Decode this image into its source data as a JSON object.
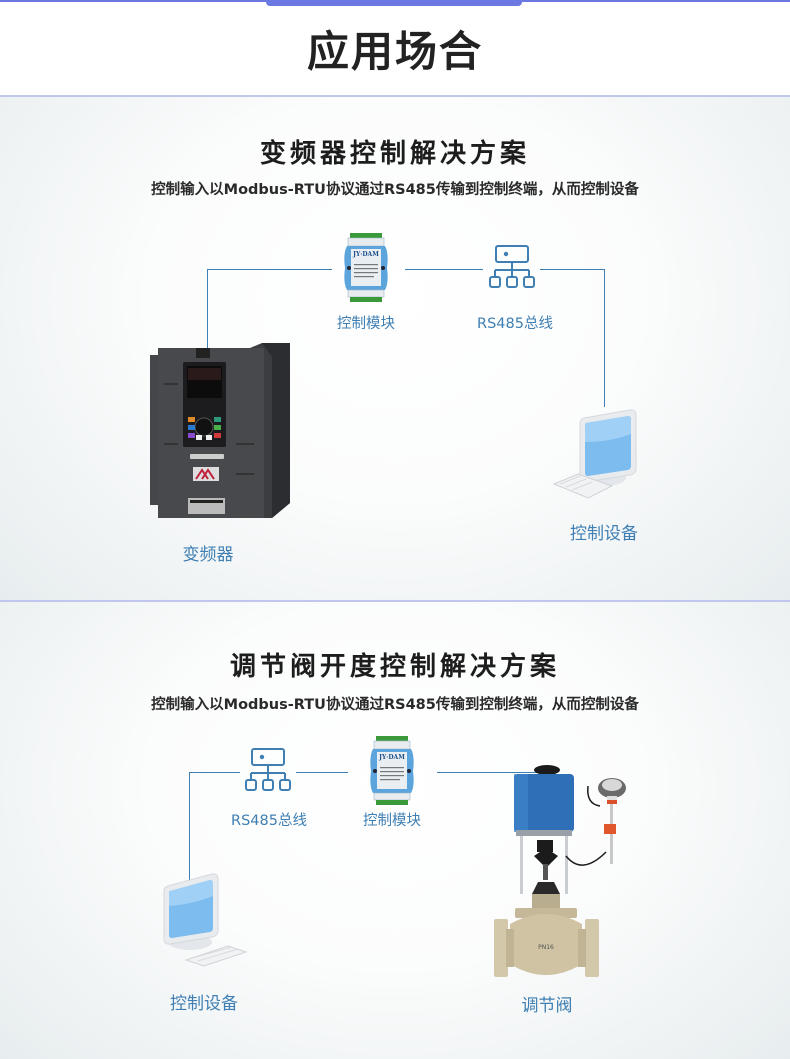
{
  "header": {
    "title": "应用场合"
  },
  "sections": [
    {
      "title": "变频器控制解决方案",
      "subtitle": "控制输入以Modbus-RTU协议通过RS485传输到控制终端，从而控制设备",
      "nodes": {
        "module": {
          "label": "控制模块",
          "icon": "io-module-icon",
          "brand": "JY·DAM"
        },
        "bus": {
          "label": "RS485总线",
          "icon": "network-bus-icon"
        },
        "device": {
          "label": "控制设备",
          "icon": "computer-icon"
        },
        "equipment": {
          "label": "变频器",
          "icon": "inverter-icon"
        }
      }
    },
    {
      "title": "调节阀开度控制解决方案",
      "subtitle": "控制输入以Modbus-RTU协议通过RS485传输到控制终端，从而控制设备",
      "nodes": {
        "bus": {
          "label": "RS485总线",
          "icon": "network-bus-icon"
        },
        "module": {
          "label": "控制模块",
          "icon": "io-module-icon",
          "brand": "JY·DAM"
        },
        "device": {
          "label": "控制设备",
          "icon": "computer-icon"
        },
        "equipment": {
          "label": "调节阀",
          "icon": "control-valve-icon",
          "mark": "PN16"
        }
      }
    }
  ],
  "colors": {
    "accent": "#6c78e2",
    "divider": "#c0c6ee",
    "line": "#3f7fb3",
    "label": "#3f7fb3"
  }
}
